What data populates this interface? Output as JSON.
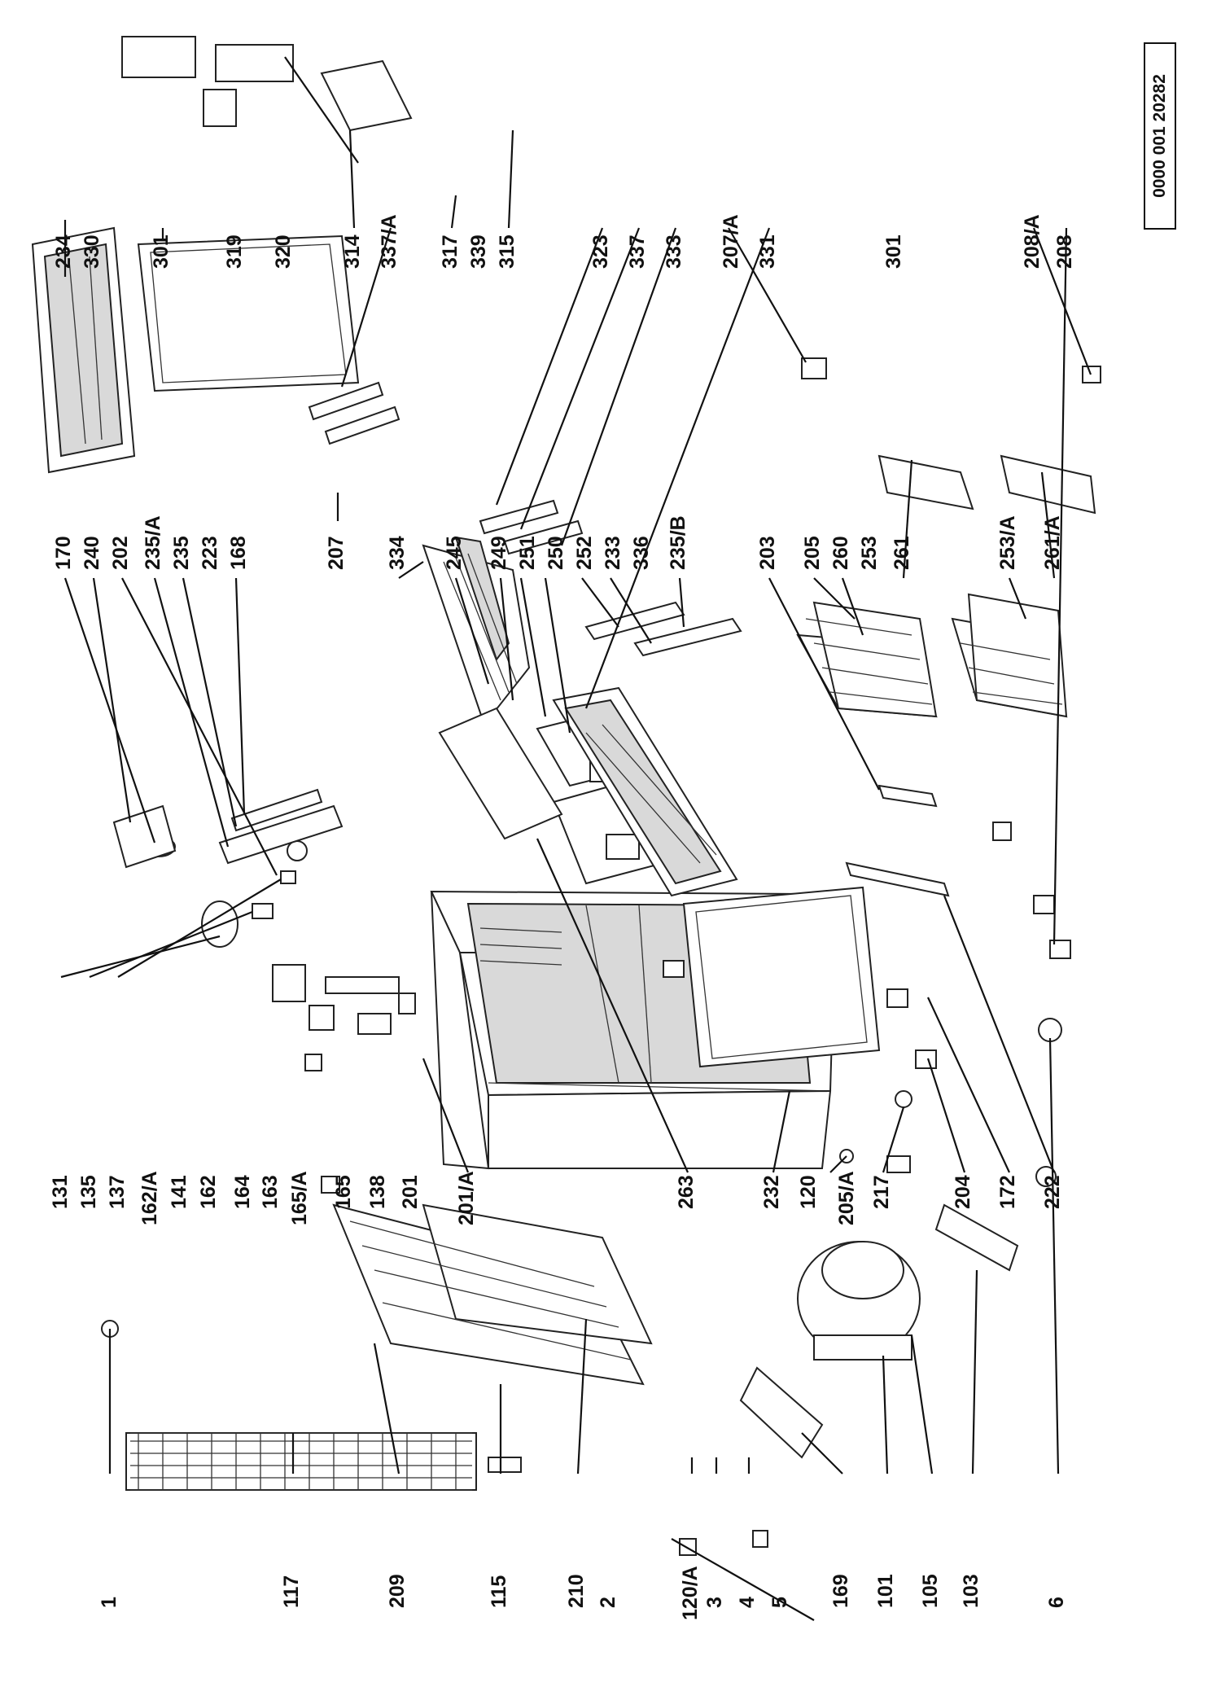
{
  "document_code": "0000 001 20282",
  "labels": {
    "l1": "1",
    "l117": "117",
    "l209": "209",
    "l115": "115",
    "l210": "210",
    "l2": "2",
    "l120a": "120/A",
    "l3": "3",
    "l4": "4",
    "l5": "5",
    "l169": "169",
    "l101": "101",
    "l105": "105",
    "l103": "103",
    "l6": "6",
    "l131": "131",
    "l135": "135",
    "l137": "137",
    "l162a": "162/A",
    "l141": "141",
    "l162": "162",
    "l164": "164",
    "l163": "163",
    "l165a": "165/A",
    "l165": "165",
    "l138": "138",
    "l201": "201",
    "l201a": "201/A",
    "l263": "263",
    "l232": "232",
    "l120": "120",
    "l205a": "205/A",
    "l217": "217",
    "l204": "204",
    "l172": "172",
    "l222": "222",
    "l170": "170",
    "l240": "240",
    "l202": "202",
    "l235a": "235/A",
    "l235": "235",
    "l223": "223",
    "l168": "168",
    "l207": "207",
    "l334": "334",
    "l245": "245",
    "l249": "249",
    "l251": "251",
    "l250": "250",
    "l252": "252",
    "l233": "233",
    "l336": "336",
    "l235b": "235/B",
    "l203": "203",
    "l205": "205",
    "l260": "260",
    "l253": "253",
    "l261": "261",
    "l253a": "253/A",
    "l261a": "261/A",
    "l234": "234",
    "l330": "330",
    "l301": "301",
    "l319": "319",
    "l320": "320",
    "l314": "314",
    "l337a": "337/A",
    "l317": "317",
    "l339": "339",
    "l315": "315",
    "l323": "323",
    "l337": "337",
    "l333": "333",
    "l207a": "207/A",
    "l331": "331",
    "l301b": "301",
    "l208a": "208/A",
    "l208": "208"
  }
}
